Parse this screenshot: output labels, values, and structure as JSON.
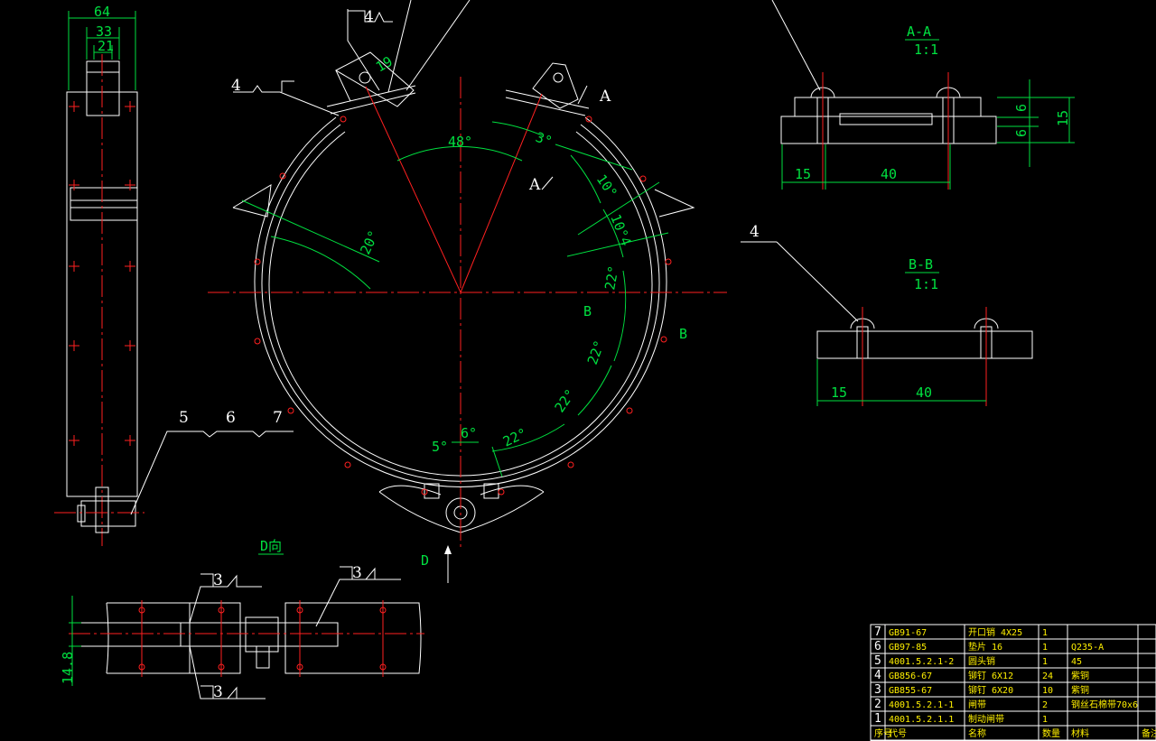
{
  "callouts": {
    "weld_top": "4",
    "weld_left": "4",
    "part4": "4",
    "parts_5": "5",
    "parts_6": "6",
    "parts_7": "7",
    "weld_d1": "3",
    "weld_d2": "3",
    "weld_d3": "3"
  },
  "views": {
    "section_aa": "A-A",
    "section_aa_scale": "1:1",
    "section_bb": "B-B",
    "section_bb_scale": "1:1",
    "view_d": "D向",
    "arrow_d": "D",
    "cut_a_top": "A",
    "cut_a_mid": "A",
    "cut_b_left": "B",
    "cut_b_right": "B"
  },
  "dimensions": {
    "side_64": "64",
    "side_33": "33",
    "side_21": "21",
    "d19": "19",
    "ang48": "48°",
    "ang3": "3°",
    "ang10": "10°",
    "ang10_4": "10°4",
    "ang20": "20°",
    "ang22a": "22°",
    "ang22b": "22°",
    "ang22c": "22°",
    "ang22d": "22°",
    "ang6": "6°",
    "ang5": "5°",
    "aa_15": "15",
    "aa_40": "40",
    "aa_6a": "6",
    "aa_6b": "6",
    "aa_15v": "15",
    "bb_15": "15",
    "bb_40": "40",
    "d_14_8": "14.8"
  },
  "parts_list": {
    "rows": [
      {
        "no": "7",
        "code": "GB91-67",
        "name": "开口销 4X25",
        "qty": "1",
        "material": ""
      },
      {
        "no": "6",
        "code": "GB97-85",
        "name": "垫片 16",
        "qty": "1",
        "material": "Q235-A"
      },
      {
        "no": "5",
        "code": "4001.5.2.1-2",
        "name": "圆头销",
        "qty": "1",
        "material": "45"
      },
      {
        "no": "4",
        "code": "GB856-67",
        "name": "铆钉 6X12",
        "qty": "24",
        "material": "紫铜"
      },
      {
        "no": "3",
        "code": "GB855-67",
        "name": "铆钉 6X20",
        "qty": "10",
        "material": "紫铜"
      },
      {
        "no": "2",
        "code": "4001.5.2.1-1",
        "name": "闸带",
        "qty": "2",
        "material": "钢丝石棉带70x6"
      },
      {
        "no": "1",
        "code": "4001.5.2.1.1",
        "name": "制动闸带",
        "qty": "1",
        "material": ""
      }
    ],
    "header": {
      "no": "序号",
      "code": "代号",
      "name": "名称",
      "qty": "数量",
      "material": "材料",
      "remark": "备注"
    }
  }
}
